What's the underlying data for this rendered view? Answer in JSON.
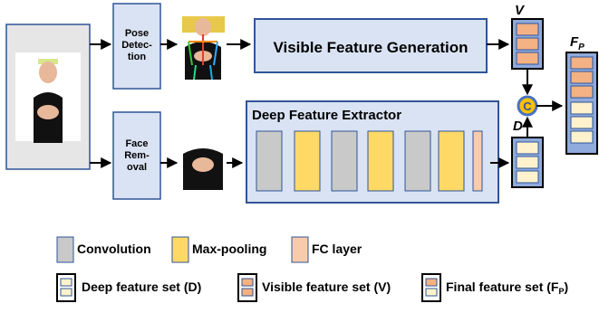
{
  "colors": {
    "panel_fill": "#dae3f3",
    "panel_stroke": "#2f5597",
    "conv": "#c9c9c9",
    "pool": "#ffd966",
    "fc": "#f8cbad",
    "deep_feat": "#fff2cc",
    "visible_feat": "#f4b183",
    "concat": "#ffc000",
    "concat_ring": "#4472c4"
  },
  "boxes": {
    "pose_detection": [
      "Pose",
      "Detec-",
      "tion"
    ],
    "face_removal": [
      "Face",
      "Rem-",
      "oval"
    ],
    "visible_feature_generation": "Visible Feature Generation",
    "deep_feature_extractor": "Deep Feature Extractor"
  },
  "labels": {
    "v": "V",
    "d": "D",
    "fp_base": "F",
    "fp_sub": "P",
    "concat": "C"
  },
  "legend": {
    "convolution": "Convolution",
    "max_pooling": "Max-pooling",
    "fc_layer": "FC layer",
    "deep_feature_set": "Deep feature set (D)",
    "visible_feature_set": "Visible feature set (V)",
    "final_feature_set_base": "Final feature set (F",
    "final_feature_set_sub": "P",
    "final_feature_set_end": ")"
  },
  "icons": [
    "person-photo-icon",
    "pose-skeleton-icon",
    "face-removed-photo-icon",
    "concat-icon"
  ]
}
